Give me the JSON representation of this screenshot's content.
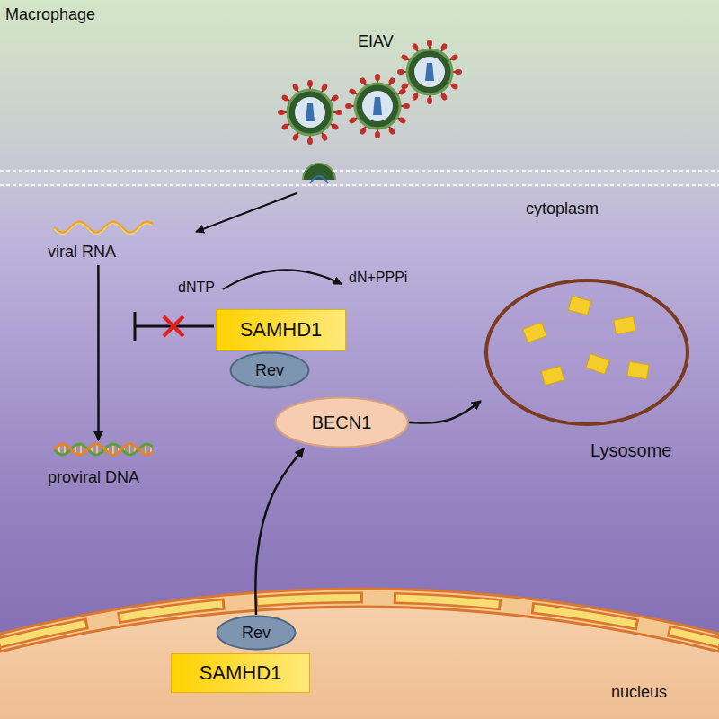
{
  "diagram": {
    "nodes": [
      {
        "text": [
          "viral RNA"
        ]
      },
      {
        "text": [
          "SAMHD1"
        ]
      },
      {
        "text": [
          "Rev"
        ]
      },
      {
        "text": [
          "BECN1"
        ]
      },
      {
        "text": [
          "Lysosome"
        ]
      },
      {
        "text": [
          "proviral DNA"
        ]
      },
      {
        "text": [
          "Rev"
        ]
      },
      {
        "text": [
          "SAMHD1"
        ]
      }
    ],
    "edges": [
      {
        "from": 0,
        "to": 5,
        "arrow": "to"
      },
      {
        "from": 6,
        "to": 3,
        "arrow": "to"
      },
      {
        "from": 3,
        "to": 4,
        "arrow": "to"
      }
    ],
    "labels": [
      "Macrophage",
      "EIAV",
      "cytoplasm",
      "dNTP",
      "dN+PPPi",
      "nucleus"
    ]
  }
}
